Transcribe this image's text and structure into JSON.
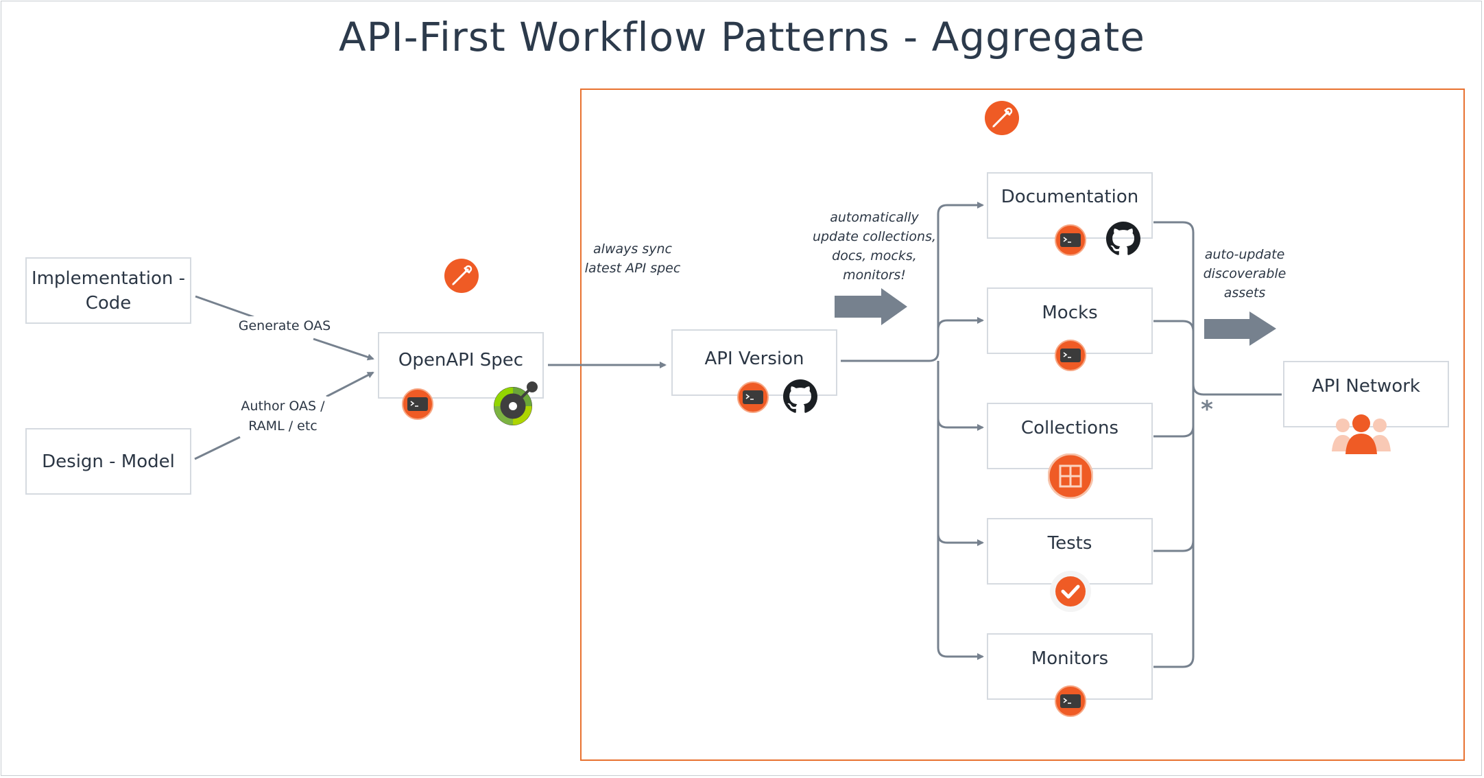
{
  "title": "API-First Workflow Patterns - Aggregate",
  "nodes": {
    "implementation": "Implementation -\nCode",
    "design": "Design - Model",
    "openapi": "OpenAPI Spec",
    "api_version": "API Version",
    "documentation": "Documentation",
    "mocks": "Mocks",
    "collections": "Collections",
    "tests": "Tests",
    "monitors": "Monitors",
    "api_network": "API Network"
  },
  "edge_labels": {
    "generate": "Generate OAS",
    "author": "Author OAS /\nRAML / etc"
  },
  "notes": {
    "sync": "always sync\nlatest API spec",
    "auto_collections": "automatically\nupdate collections,\ndocs, mocks,\nmonitors!",
    "auto_discover": "auto-update\ndiscoverable\nassets",
    "asterisk": "*"
  },
  "colors": {
    "accent": "#ef5b25",
    "group_border": "#e8712f",
    "connector": "#76818e",
    "node_border": "#d5dae0"
  },
  "icons": [
    "postman-logo-icon",
    "postman-cli-icon",
    "github-icon",
    "swagger-icon",
    "collections-grid-icon",
    "check-icon",
    "team-icon",
    "big-arrow-icon"
  ]
}
